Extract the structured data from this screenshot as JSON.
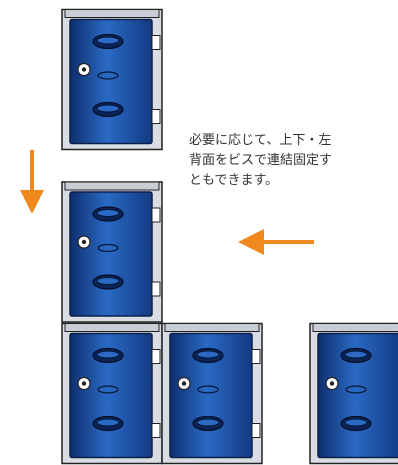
{
  "caption": {
    "lines": [
      "必要に応じて、上下・左",
      "背面をビスで連結固定す",
      "ともできます。"
    ]
  },
  "colors": {
    "door": "#1f58b3",
    "door_dark": "#0e2f6e",
    "frame": "#d9dde3",
    "outline": "#222222",
    "arrow": "#f08a1e"
  },
  "icons": {
    "arrow_down": "arrow-down-icon",
    "arrow_left": "arrow-left-icon",
    "lock": "key-lock-icon",
    "handle": "handle-icon"
  }
}
